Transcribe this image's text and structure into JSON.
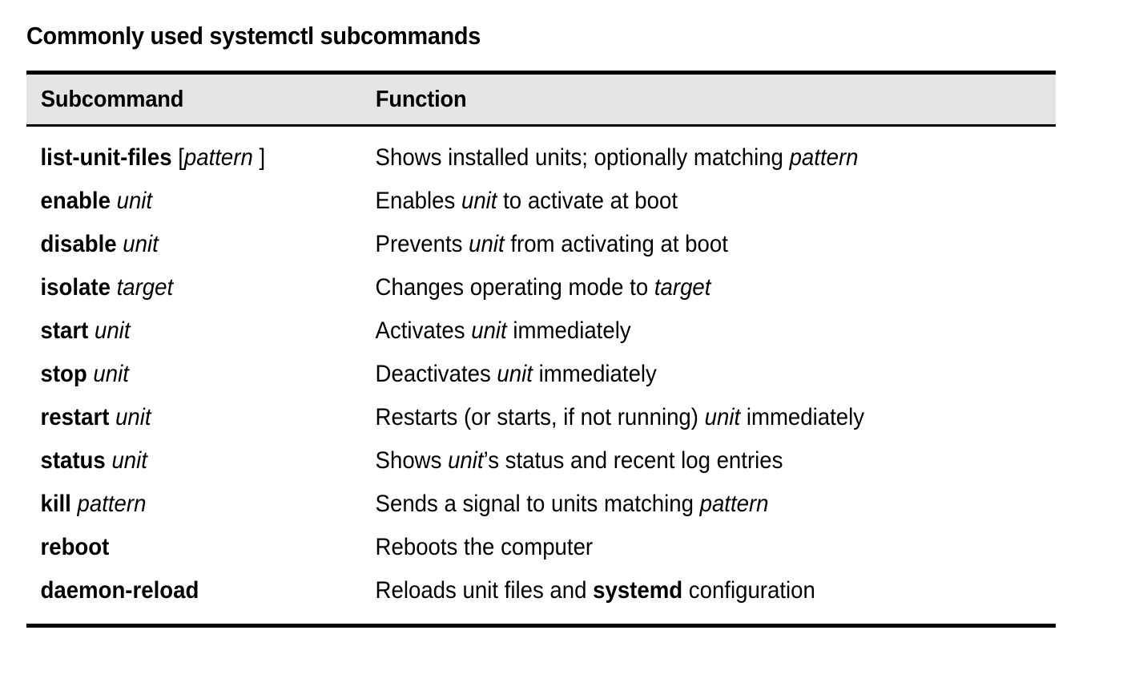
{
  "table": {
    "title": "Commonly used systemctl subcommands",
    "columns": [
      {
        "key": "subcommand",
        "label": "Subcommand"
      },
      {
        "key": "function",
        "label": "Function"
      }
    ],
    "header_background": "#e3e4e6",
    "rule_color": "#000000",
    "rows": [
      {
        "subcommand_command": "list-unit-files",
        "subcommand_argument": "pattern",
        "subcommand_argument_bracketed": true,
        "subcommand_text": "list-unit-files [pattern]",
        "function_text": "Shows installed units; optionally matching pattern",
        "function_emphasis": [
          "pattern"
        ]
      },
      {
        "subcommand_command": "enable",
        "subcommand_argument": "unit",
        "subcommand_argument_bracketed": false,
        "subcommand_text": "enable unit",
        "function_text": "Enables unit to activate at boot",
        "function_emphasis": [
          "unit"
        ]
      },
      {
        "subcommand_command": "disable",
        "subcommand_argument": "unit",
        "subcommand_argument_bracketed": false,
        "subcommand_text": "disable unit",
        "function_text": "Prevents unit from activating at boot",
        "function_emphasis": [
          "unit"
        ]
      },
      {
        "subcommand_command": "isolate",
        "subcommand_argument": "target",
        "subcommand_argument_bracketed": false,
        "subcommand_text": "isolate target",
        "function_text": "Changes operating mode to target",
        "function_emphasis": [
          "target"
        ]
      },
      {
        "subcommand_command": "start",
        "subcommand_argument": "unit",
        "subcommand_argument_bracketed": false,
        "subcommand_text": "start unit",
        "function_text": "Activates unit immediately",
        "function_emphasis": [
          "unit"
        ]
      },
      {
        "subcommand_command": "stop",
        "subcommand_argument": "unit",
        "subcommand_argument_bracketed": false,
        "subcommand_text": "stop unit",
        "function_text": "Deactivates unit immediately",
        "function_emphasis": [
          "unit"
        ]
      },
      {
        "subcommand_command": "restart",
        "subcommand_argument": "unit",
        "subcommand_argument_bracketed": false,
        "subcommand_text": "restart unit",
        "function_text": "Restarts (or starts, if not running) unit immediately",
        "function_emphasis": [
          "unit"
        ]
      },
      {
        "subcommand_command": "status",
        "subcommand_argument": "unit",
        "subcommand_argument_bracketed": false,
        "subcommand_text": "status unit",
        "function_text": "Shows unit's status and recent log entries",
        "function_emphasis": [
          "unit"
        ]
      },
      {
        "subcommand_command": "kill",
        "subcommand_argument": "pattern",
        "subcommand_argument_bracketed": false,
        "subcommand_text": "kill pattern",
        "function_text": "Sends a signal to units matching pattern",
        "function_emphasis": [
          "pattern"
        ]
      },
      {
        "subcommand_command": "reboot",
        "subcommand_argument": "",
        "subcommand_argument_bracketed": false,
        "subcommand_text": "reboot",
        "function_text": "Reboots the computer",
        "function_emphasis": []
      },
      {
        "subcommand_command": "daemon-reload",
        "subcommand_argument": "",
        "subcommand_argument_bracketed": false,
        "subcommand_text": "daemon-reload",
        "function_text": "Reloads unit files and systemd configuration",
        "function_strong": [
          "systemd"
        ],
        "function_emphasis": []
      }
    ],
    "function_segments": [
      [
        {
          "t": "Shows installed units; optionally matching ",
          "s": "n"
        },
        {
          "t": "pattern",
          "s": "i"
        }
      ],
      [
        {
          "t": "Enables ",
          "s": "n"
        },
        {
          "t": "unit",
          "s": "i"
        },
        {
          "t": " to activate at boot",
          "s": "n"
        }
      ],
      [
        {
          "t": "Prevents ",
          "s": "n"
        },
        {
          "t": "unit",
          "s": "i"
        },
        {
          "t": " from activating at boot",
          "s": "n"
        }
      ],
      [
        {
          "t": "Changes operating mode to ",
          "s": "n"
        },
        {
          "t": "target",
          "s": "i"
        }
      ],
      [
        {
          "t": "Activates ",
          "s": "n"
        },
        {
          "t": "unit",
          "s": "i"
        },
        {
          "t": " immediately",
          "s": "n"
        }
      ],
      [
        {
          "t": "Deactivates ",
          "s": "n"
        },
        {
          "t": "unit",
          "s": "i"
        },
        {
          "t": " immediately",
          "s": "n"
        }
      ],
      [
        {
          "t": "Restarts (or starts, if not running) ",
          "s": "n"
        },
        {
          "t": "unit",
          "s": "i"
        },
        {
          "t": " immediately",
          "s": "n"
        }
      ],
      [
        {
          "t": "Shows ",
          "s": "n"
        },
        {
          "t": "unit",
          "s": "i"
        },
        {
          "t": "’s status and recent log entries",
          "s": "n"
        }
      ],
      [
        {
          "t": "Sends a signal to units matching ",
          "s": "n"
        },
        {
          "t": "pattern",
          "s": "i"
        }
      ],
      [
        {
          "t": "Reboots the computer",
          "s": "n"
        }
      ],
      [
        {
          "t": "Reloads unit files and ",
          "s": "n"
        },
        {
          "t": "systemd",
          "s": "b"
        },
        {
          "t": " configuration",
          "s": "n"
        }
      ]
    ],
    "subcommand_segments": [
      [
        {
          "t": "list-unit-files",
          "s": "b"
        },
        {
          "t": " [",
          "s": "n"
        },
        {
          "t": "pattern",
          "s": "i"
        },
        {
          "t": " ]",
          "s": "n"
        }
      ],
      [
        {
          "t": "enable",
          "s": "b"
        },
        {
          "t": " ",
          "s": "n"
        },
        {
          "t": "unit",
          "s": "i"
        }
      ],
      [
        {
          "t": "disable",
          "s": "b"
        },
        {
          "t": " ",
          "s": "n"
        },
        {
          "t": "unit",
          "s": "i"
        }
      ],
      [
        {
          "t": "isolate",
          "s": "b"
        },
        {
          "t": " ",
          "s": "n"
        },
        {
          "t": "target",
          "s": "i"
        }
      ],
      [
        {
          "t": "start",
          "s": "b"
        },
        {
          "t": " ",
          "s": "n"
        },
        {
          "t": "unit",
          "s": "i"
        }
      ],
      [
        {
          "t": "stop",
          "s": "b"
        },
        {
          "t": " ",
          "s": "n"
        },
        {
          "t": "unit",
          "s": "i"
        }
      ],
      [
        {
          "t": "restart",
          "s": "b"
        },
        {
          "t": " ",
          "s": "n"
        },
        {
          "t": "unit",
          "s": "i"
        }
      ],
      [
        {
          "t": "status",
          "s": "b"
        },
        {
          "t": " ",
          "s": "n"
        },
        {
          "t": "unit",
          "s": "i"
        }
      ],
      [
        {
          "t": "kill",
          "s": "b"
        },
        {
          "t": " ",
          "s": "n"
        },
        {
          "t": "pattern",
          "s": "i"
        }
      ],
      [
        {
          "t": "reboot",
          "s": "b"
        }
      ],
      [
        {
          "t": "daemon-reload",
          "s": "b"
        }
      ]
    ]
  }
}
